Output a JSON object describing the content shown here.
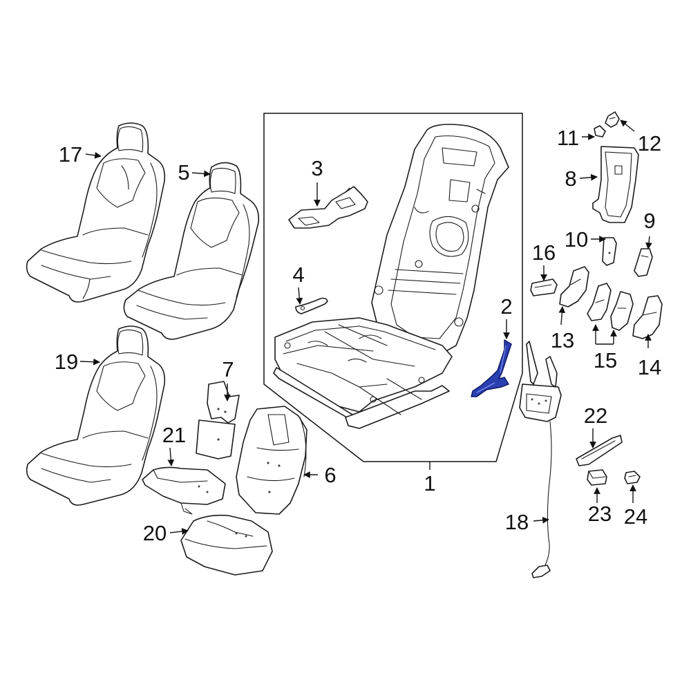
{
  "diagram": {
    "highlight_color": "#2a3fb0",
    "line_color": "#1a1a1a",
    "callouts": [
      {
        "id": "c1",
        "label": "1"
      },
      {
        "id": "c2",
        "label": "2"
      },
      {
        "id": "c3",
        "label": "3"
      },
      {
        "id": "c4",
        "label": "4"
      },
      {
        "id": "c5",
        "label": "5"
      },
      {
        "id": "c6",
        "label": "6"
      },
      {
        "id": "c7",
        "label": "7"
      },
      {
        "id": "c8",
        "label": "8"
      },
      {
        "id": "c9",
        "label": "9"
      },
      {
        "id": "c10",
        "label": "10"
      },
      {
        "id": "c11",
        "label": "11"
      },
      {
        "id": "c12",
        "label": "12"
      },
      {
        "id": "c13",
        "label": "13"
      },
      {
        "id": "c14",
        "label": "14"
      },
      {
        "id": "c15",
        "label": "15"
      },
      {
        "id": "c16",
        "label": "16"
      },
      {
        "id": "c17",
        "label": "17"
      },
      {
        "id": "c18",
        "label": "18"
      },
      {
        "id": "c19",
        "label": "19"
      },
      {
        "id": "c20",
        "label": "20"
      },
      {
        "id": "c21",
        "label": "21"
      },
      {
        "id": "c22",
        "label": "22"
      },
      {
        "id": "c23",
        "label": "23"
      },
      {
        "id": "c24",
        "label": "24"
      }
    ]
  }
}
